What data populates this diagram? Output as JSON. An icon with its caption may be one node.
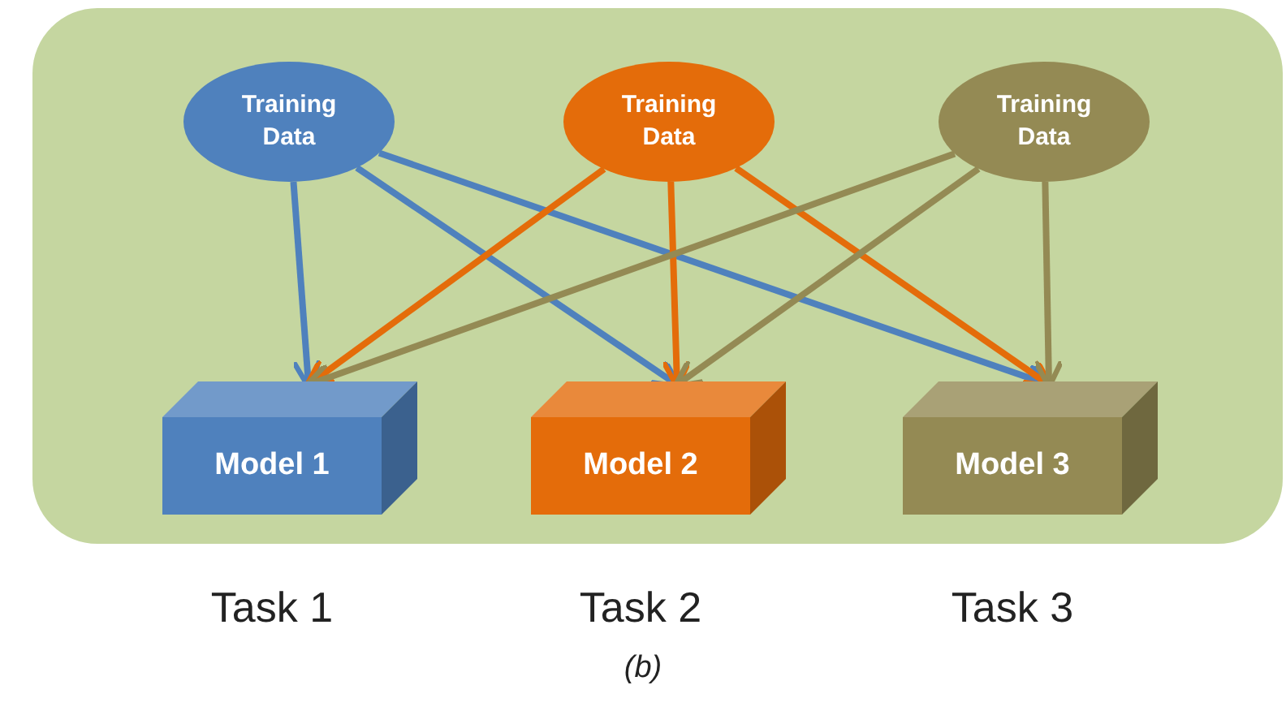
{
  "diagram": {
    "caption": "(b)",
    "nodes": [
      {
        "text": [],
        "shape": "box"
      },
      {
        "text": [
          "Training Data"
        ],
        "in": 0
      },
      {
        "text": [
          "Training Data"
        ],
        "in": 0
      },
      {
        "text": [
          "Training Data"
        ],
        "in": 0
      },
      {
        "text": [
          "Model 1"
        ],
        "in": 0,
        "beside": [
          "Task 1"
        ]
      },
      {
        "text": [
          "Model 2"
        ],
        "in": 0,
        "beside": [
          "Task 2"
        ]
      },
      {
        "text": [
          "Model 3"
        ],
        "in": 0,
        "beside": [
          "Task 3"
        ]
      }
    ],
    "edges": [
      {
        "from": 1,
        "to": 4,
        "arrow": "to",
        "color": "#4f81bd"
      },
      {
        "from": 1,
        "to": 5,
        "arrow": "to",
        "color": "#4f81bd"
      },
      {
        "from": 1,
        "to": 6,
        "arrow": "to",
        "color": "#4f81bd"
      },
      {
        "from": 2,
        "to": 4,
        "arrow": "to",
        "color": "#e46c0a"
      },
      {
        "from": 2,
        "to": 5,
        "arrow": "to",
        "color": "#e46c0a"
      },
      {
        "from": 2,
        "to": 6,
        "arrow": "to",
        "color": "#e46c0a"
      },
      {
        "from": 3,
        "to": 4,
        "arrow": "to",
        "color": "#948a54"
      },
      {
        "from": 3,
        "to": 5,
        "arrow": "to",
        "color": "#948a54"
      },
      {
        "from": 3,
        "to": 6,
        "arrow": "to",
        "color": "#948a54"
      }
    ]
  }
}
